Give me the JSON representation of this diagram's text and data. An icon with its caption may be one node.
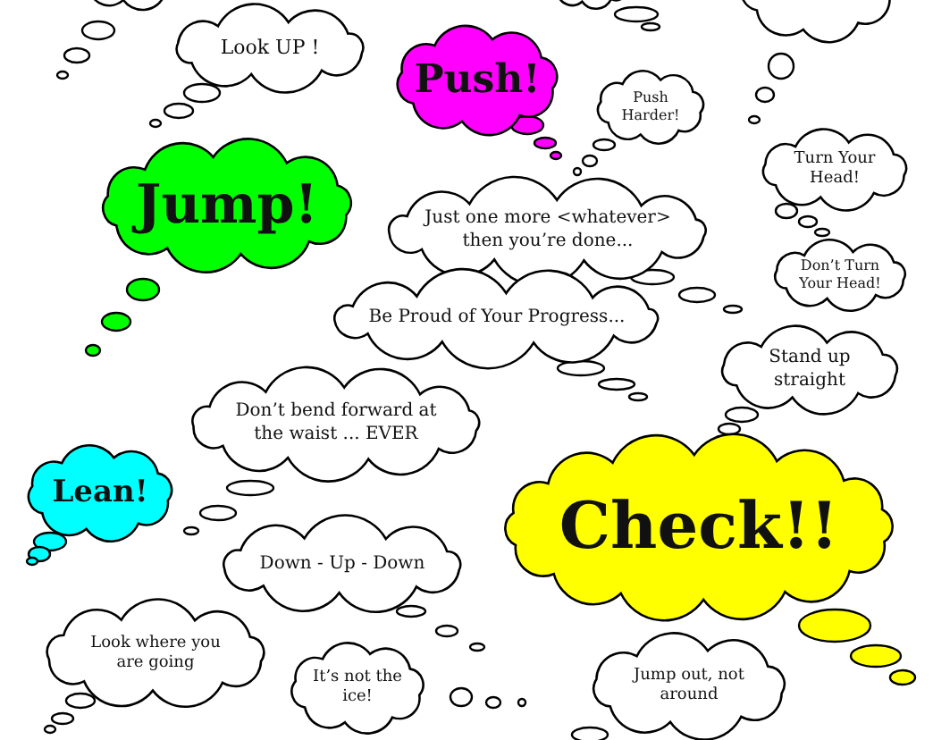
{
  "diagram": {
    "nodes": [
      {
        "text": [],
        "shape": "cloud"
      },
      {
        "text": [],
        "shape": "cloud"
      },
      {
        "text": [],
        "shape": "cloud"
      },
      {
        "text": [
          "Look UP !"
        ]
      },
      {
        "text": [
          "Push!"
        ]
      },
      {
        "text": [
          "Push Harder!"
        ]
      },
      {
        "text": [
          "Jump!"
        ]
      },
      {
        "text": [
          "Turn Your Head!"
        ]
      },
      {
        "text": [
          "Just one more <whatever> then you’re done..."
        ]
      },
      {
        "text": [
          "Don’t Turn Your Head!"
        ]
      },
      {
        "text": [
          "Be Proud of Your Progress..."
        ]
      },
      {
        "text": [
          "Stand up straight"
        ]
      },
      {
        "text": [
          "Don’t bend forward at the waist ... EVER"
        ]
      },
      {
        "text": [
          "Lean!"
        ]
      },
      {
        "text": [
          "Check!!"
        ]
      },
      {
        "text": [
          "Down - Up - Down"
        ]
      },
      {
        "text": [
          "Look where you are going"
        ]
      },
      {
        "text": [
          "It’s not the ice!"
        ]
      },
      {
        "text": [
          "Jump out, not around"
        ]
      }
    ]
  }
}
